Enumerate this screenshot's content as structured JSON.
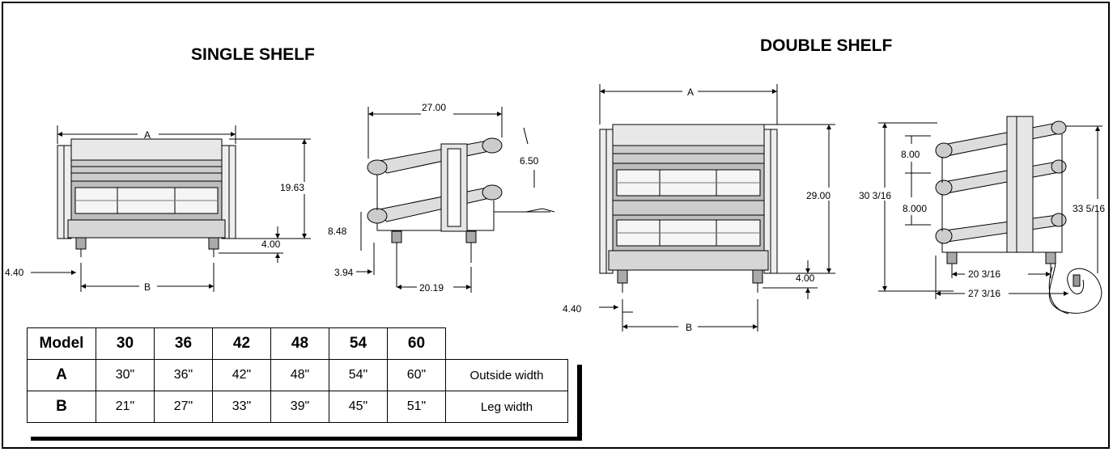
{
  "single": {
    "title": "SINGLE SHELF",
    "front": {
      "width_label": "A",
      "height": "19.63",
      "leg_height": "4.00",
      "leg_offset": "4.40",
      "leg_label": "B"
    },
    "side": {
      "depth": "27.00",
      "spacing": "6.50",
      "lower": "8.48",
      "foot": "3.94",
      "base": "20.19"
    }
  },
  "double": {
    "title": "DOUBLE SHELF",
    "front": {
      "width_label": "A",
      "height": "29.00",
      "leg_height": "4.00",
      "leg_offset": "4.40",
      "leg_label": "B"
    },
    "side": {
      "upper_spacing": "8.00",
      "lower_spacing": "8.000",
      "height_front": "30 3/16",
      "height_rear": "33 5/16",
      "leg_span": "20 3/16",
      "base": "27 3/16"
    }
  },
  "spec_table": {
    "header": [
      "Model",
      "30",
      "36",
      "42",
      "48",
      "54",
      "60"
    ],
    "rows": [
      {
        "label": "A",
        "values": [
          "30\"",
          "36\"",
          "42\"",
          "48\"",
          "54\"",
          "60\""
        ],
        "desc": "Outside width"
      },
      {
        "label": "B",
        "values": [
          "21\"",
          "27\"",
          "33\"",
          "39\"",
          "45\"",
          "51\""
        ],
        "desc": "Leg width"
      }
    ]
  }
}
